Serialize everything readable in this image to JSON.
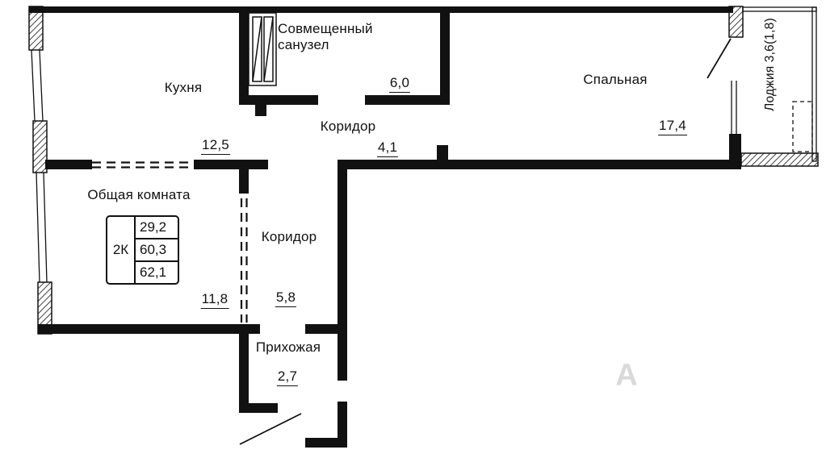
{
  "plan": {
    "rooms": {
      "kitchen": {
        "label": "Кухня",
        "area": "12,5"
      },
      "bathroom": {
        "label_line1": "Совмещенный",
        "label_line2": "санузел",
        "area": "6,0"
      },
      "corridor_top": {
        "label": "Коридор",
        "area": "4,1"
      },
      "bedroom": {
        "label": "Спальная",
        "area": "17,4"
      },
      "loggia": {
        "label": "Лоджия 3,6(1,8)"
      },
      "living_room": {
        "label": "Общая комната",
        "area": "11,8"
      },
      "corridor_bottom": {
        "label": "Коридор",
        "area": "5,8"
      },
      "hallway": {
        "label": "Прихожая",
        "area": "2,7"
      }
    },
    "legend": {
      "type": "2К",
      "areas": [
        "29,2",
        "60,3",
        "62,1"
      ]
    },
    "watermark": "А",
    "colors": {
      "wall": "#111111",
      "background": "#ffffff",
      "watermark": "#d9d9d9"
    }
  }
}
